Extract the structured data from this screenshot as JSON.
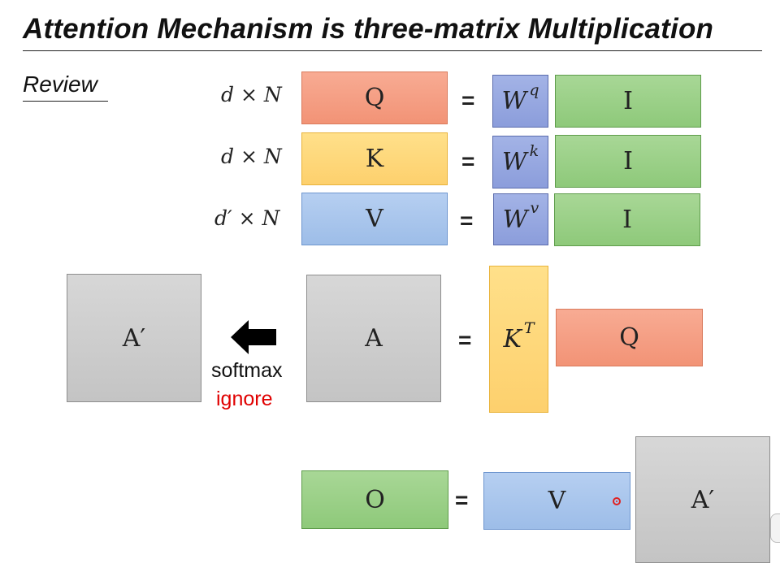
{
  "slide": {
    "title": "Attention Mechanism is three-matrix Multiplication",
    "subtitle": "Review"
  },
  "rows": {
    "q": {
      "dim": "d × N",
      "lhs": "Q",
      "eq": "=",
      "w_base": "W",
      "w_sup": "q",
      "rhs": "I"
    },
    "k": {
      "dim": "d × N",
      "lhs": "K",
      "eq": "=",
      "w_base": "W",
      "w_sup": "k",
      "rhs": "I"
    },
    "v": {
      "dim": "d′ × N",
      "lhs": "V",
      "eq": "=",
      "w_base": "W",
      "w_sup": "v",
      "rhs": "I"
    }
  },
  "attention": {
    "a_prime": "A′",
    "arrow_label": "softmax",
    "note": "ignore",
    "a": "A",
    "eq": "=",
    "kt_base": "K",
    "kt_sup": "T",
    "q": "Q"
  },
  "output": {
    "o": "O",
    "eq": "=",
    "v": "V",
    "a_prime": "A′"
  },
  "colors": {
    "query": "#f29376",
    "key": "#fdd06d",
    "value": "#9dbde8",
    "input": "#8ec97a",
    "weight": "#8b9ddb",
    "attention": "#c4c4c4",
    "note": "#e00000"
  }
}
